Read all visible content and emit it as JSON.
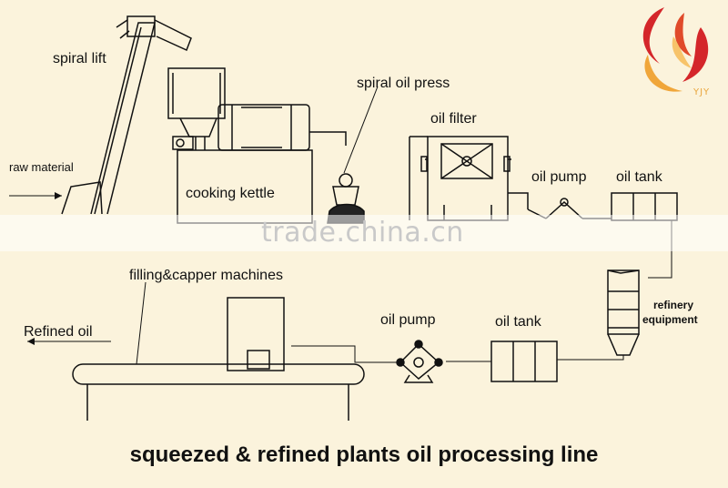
{
  "labels": {
    "spiral_lift": "spiral lift",
    "raw_material": "raw material",
    "cooking_kettle": "cooking kettle",
    "spiral_oil_press": "spiral oil press",
    "oil_filter": "oil filter",
    "oil_pump_top": "oil pump",
    "oil_tank_top": "oil tank",
    "filling_capper": "filling&capper machines",
    "refined_oil": "Refined oil",
    "oil_pump_bottom": "oil pump",
    "oil_tank_bottom": "oil tank",
    "refinery_line1": "refinery",
    "refinery_line2": "equipment"
  },
  "title": "squeezed & refined plants oil processing line",
  "watermark": "trade.china.cn",
  "logo": {
    "text": "YJY",
    "colors": [
      "#d4262a",
      "#f0a63a"
    ]
  }
}
